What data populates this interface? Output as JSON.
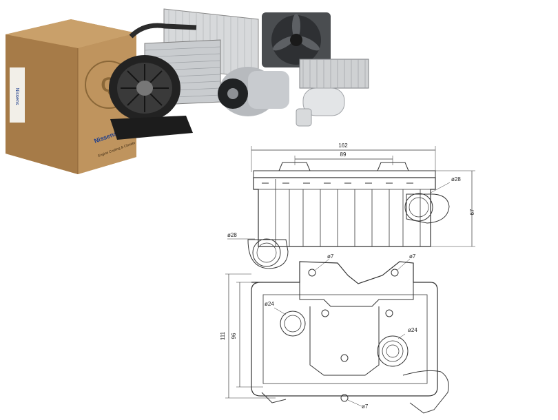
{
  "box": {
    "brand_vertical": "Nissens",
    "brand_side": "Nissens",
    "tagline": "Engine Cooling & Climate"
  },
  "drawing_top": {
    "dim_total_width": "162",
    "dim_inner_width": "89",
    "dim_height": "67",
    "dim_pipe_right": "ø28",
    "dim_pipe_left": "ø28"
  },
  "drawing_bottom": {
    "dim_total_height": "111",
    "dim_inner_height": "96",
    "hole_top_left": "ø7",
    "hole_top_right": "ø7",
    "port_left": "ø24",
    "port_right": "ø24",
    "hole_bottom": "ø7"
  }
}
